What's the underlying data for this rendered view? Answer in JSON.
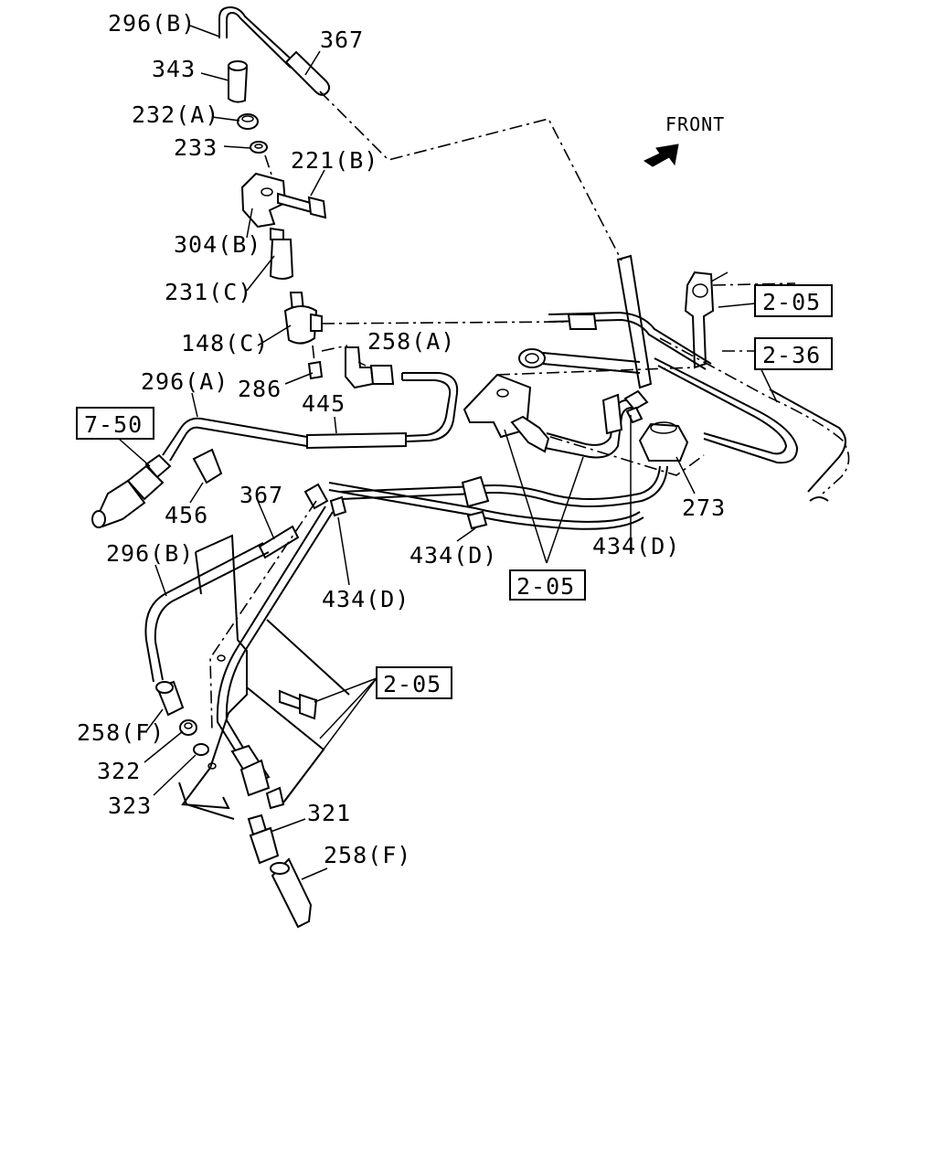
{
  "front_label": "FRONT",
  "callouts": [
    {
      "id": "c1",
      "text": "296(B)"
    },
    {
      "id": "c2",
      "text": "367"
    },
    {
      "id": "c3",
      "text": "343"
    },
    {
      "id": "c4",
      "text": "232(A)"
    },
    {
      "id": "c5",
      "text": "233"
    },
    {
      "id": "c6",
      "text": "221(B)"
    },
    {
      "id": "c7",
      "text": "304(B)"
    },
    {
      "id": "c8",
      "text": "231(C)"
    },
    {
      "id": "c9",
      "text": "148(C)"
    },
    {
      "id": "c10",
      "text": "258(A)"
    },
    {
      "id": "c11",
      "text": "296(A)"
    },
    {
      "id": "c12",
      "text": "286"
    },
    {
      "id": "c13",
      "text": "445"
    },
    {
      "id": "c14",
      "text": "456"
    },
    {
      "id": "c15",
      "text": "367"
    },
    {
      "id": "c16",
      "text": "296(B)"
    },
    {
      "id": "c17",
      "text": "434(D)"
    },
    {
      "id": "c18",
      "text": "434(D)"
    },
    {
      "id": "c19",
      "text": "434(D)"
    },
    {
      "id": "c20",
      "text": "273"
    },
    {
      "id": "c21",
      "text": "258(F)"
    },
    {
      "id": "c22",
      "text": "322"
    },
    {
      "id": "c23",
      "text": "323"
    },
    {
      "id": "c24",
      "text": "321"
    },
    {
      "id": "c25",
      "text": "258(F)"
    }
  ],
  "references": [
    {
      "id": "r1",
      "text": "2-05"
    },
    {
      "id": "r2",
      "text": "2-36"
    },
    {
      "id": "r3",
      "text": "7-50"
    },
    {
      "id": "r4",
      "text": "2-05"
    },
    {
      "id": "r5",
      "text": "2-05"
    }
  ]
}
